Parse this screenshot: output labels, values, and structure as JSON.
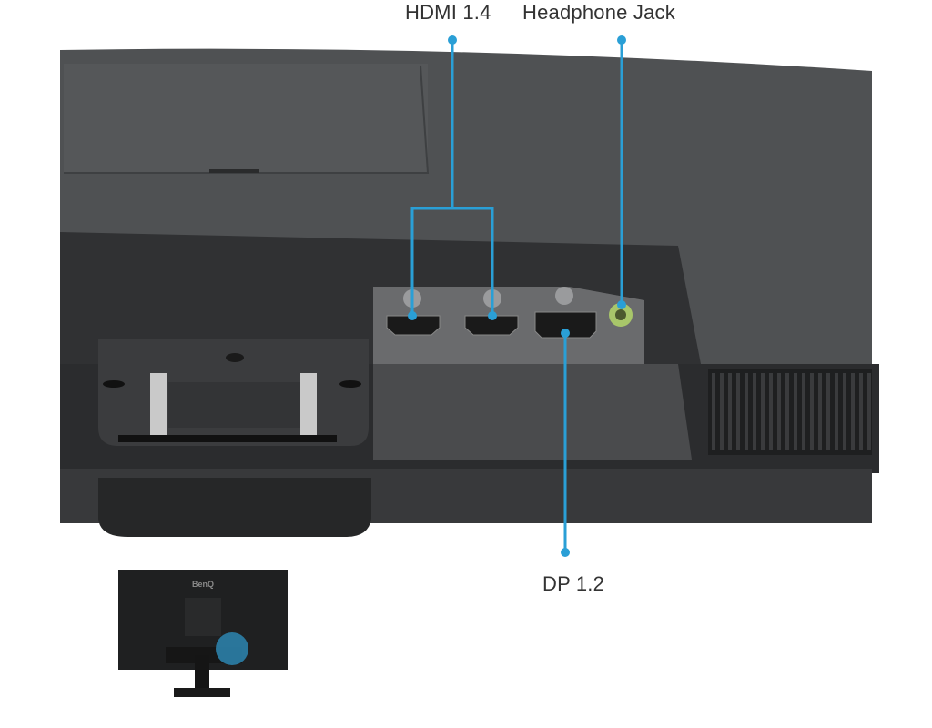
{
  "labels": {
    "hdmi": "HDMI 1.4",
    "headphone": "Headphone Jack",
    "dp": "DP 1.2"
  },
  "thumbnail": {
    "brand_logo": "BenQ"
  },
  "colors": {
    "callout": "#2a9fd6",
    "panel": "#555759",
    "recess": "#2e2f31",
    "jack": "#a8c66a"
  }
}
